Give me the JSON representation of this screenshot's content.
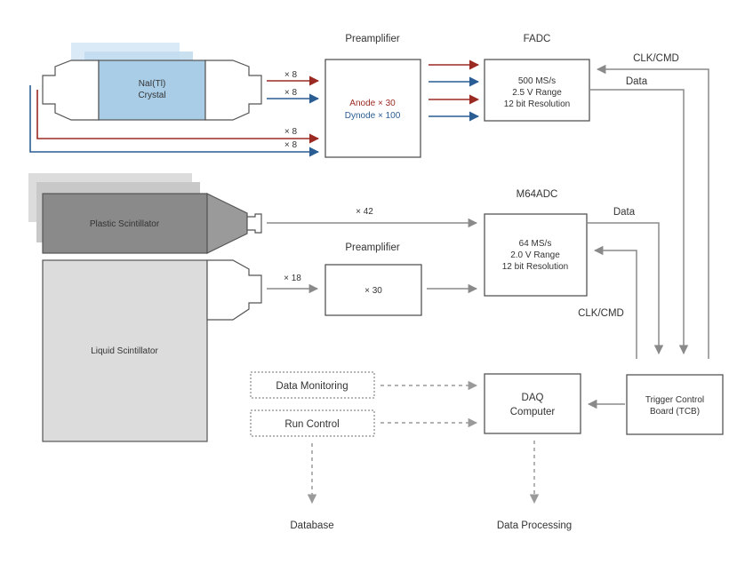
{
  "colors": {
    "red": "#9b2a22",
    "blue": "#2a5d93",
    "gray_arrow": "#8a8a8a",
    "crystal_fill": "#a9cde7",
    "plastic_fill": "#8a8a8a",
    "liquid_fill": "#dcdcdc"
  },
  "crystal": {
    "label_line1": "NaI(Tl)",
    "label_line2": "Crystal"
  },
  "preamp1": {
    "title": "Preamplifier",
    "anode": "Anode × 30",
    "dynode": "Dynode × 100"
  },
  "fadc": {
    "title": "FADC",
    "line1": "500 MS/s",
    "line2": "2.5 V Range",
    "line3": "12 bit Resolution"
  },
  "multipliers": {
    "m8": "× 8",
    "m42": "× 42",
    "m18": "× 18"
  },
  "plastic": {
    "label": "Plastic Scintillator"
  },
  "liquid": {
    "label": "Liquid Scintillator"
  },
  "m64adc": {
    "title": "M64ADC",
    "line1": "64 MS/s",
    "line2": "2.0 V Range",
    "line3": "12 bit Resolution"
  },
  "preamp2": {
    "title": "Preamplifier",
    "gain": "× 30"
  },
  "signals": {
    "clk_cmd": "CLK/CMD",
    "data": "Data"
  },
  "tcb": {
    "line1": "Trigger Control",
    "line2": "Board (TCB)"
  },
  "daq": {
    "line1": "DAQ",
    "line2": "Computer"
  },
  "data_monitoring": {
    "label": "Data Monitoring"
  },
  "run_control": {
    "label": "Run Control"
  },
  "outputs": {
    "database": "Database",
    "data_processing": "Data Processing"
  }
}
